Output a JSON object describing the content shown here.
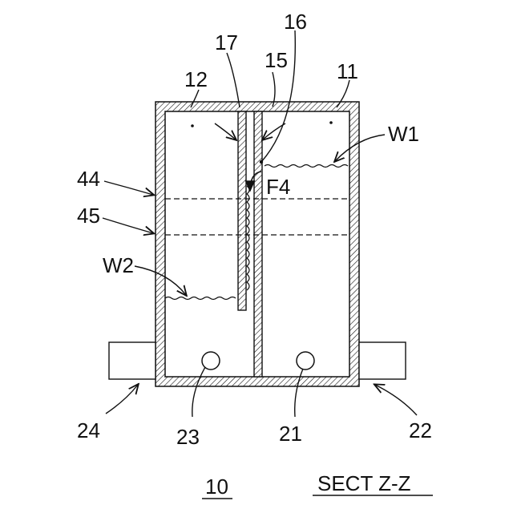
{
  "figure": {
    "figure_number": "10",
    "caption": "SECT Z-Z"
  },
  "labels": {
    "n11": "11",
    "n12": "12",
    "n15": "15",
    "n16": "16",
    "n17": "17",
    "n21": "21",
    "n22": "22",
    "n23": "23",
    "n24": "24",
    "n44": "44",
    "n45": "45",
    "w1": "W1",
    "w2": "W2",
    "f4": "F4"
  },
  "colors": {
    "line": "#111111",
    "background": "#ffffff"
  }
}
